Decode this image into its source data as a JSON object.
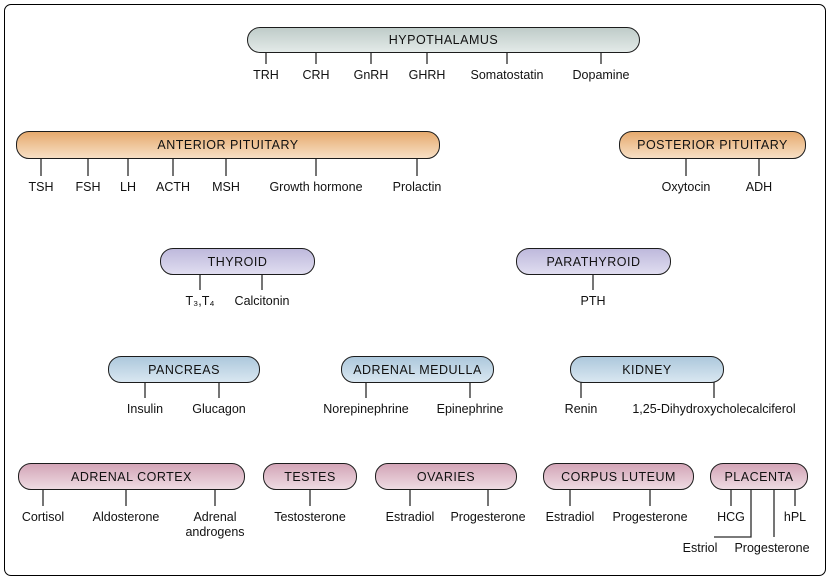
{
  "colors": {
    "background": "#ffffff",
    "box_border": "#1c1c1c",
    "line": "#2b2b2b",
    "hypothalamus_fill": "#cdd8d5",
    "pituitary_fill": "#eeb987",
    "thyroid_parathyroid_fill": "#c9c4e4",
    "pancreas_medulla_kidney_fill": "#b9d0e2",
    "reproductive_fill": "#d9afc0"
  },
  "glands": [
    {
      "name": "HYPOTHALAMUS",
      "hormones": [
        "TRH",
        "CRH",
        "GnRH",
        "GHRH",
        "Somatostatin",
        "Dopamine"
      ]
    },
    {
      "name": "ANTERIOR PITUITARY",
      "hormones": [
        "TSH",
        "FSH",
        "LH",
        "ACTH",
        "MSH",
        "Growth hormone",
        "Prolactin"
      ]
    },
    {
      "name": "POSTERIOR PITUITARY",
      "hormones": [
        "Oxytocin",
        "ADH"
      ]
    },
    {
      "name": "THYROID",
      "hormones": [
        "T₃,T₄",
        "Calcitonin"
      ]
    },
    {
      "name": "PARATHYROID",
      "hormones": [
        "PTH"
      ]
    },
    {
      "name": "PANCREAS",
      "hormones": [
        "Insulin",
        "Glucagon"
      ]
    },
    {
      "name": "ADRENAL MEDULLA",
      "hormones": [
        "Norepinephrine",
        "Epinephrine"
      ]
    },
    {
      "name": "KIDNEY",
      "hormones": [
        "Renin",
        "1,25-Dihydroxycholecalciferol"
      ]
    },
    {
      "name": "ADRENAL CORTEX",
      "hormones": [
        "Cortisol",
        "Aldosterone",
        "Adrenal androgens"
      ]
    },
    {
      "name": "TESTES",
      "hormones": [
        "Testosterone"
      ]
    },
    {
      "name": "OVARIES",
      "hormones": [
        "Estradiol",
        "Progesterone"
      ]
    },
    {
      "name": "CORPUS LUTEUM",
      "hormones": [
        "Estradiol",
        "Progesterone"
      ]
    },
    {
      "name": "PLACENTA",
      "hormones": [
        "HCG",
        "hPL",
        "Estriol",
        "Progesterone"
      ]
    }
  ]
}
